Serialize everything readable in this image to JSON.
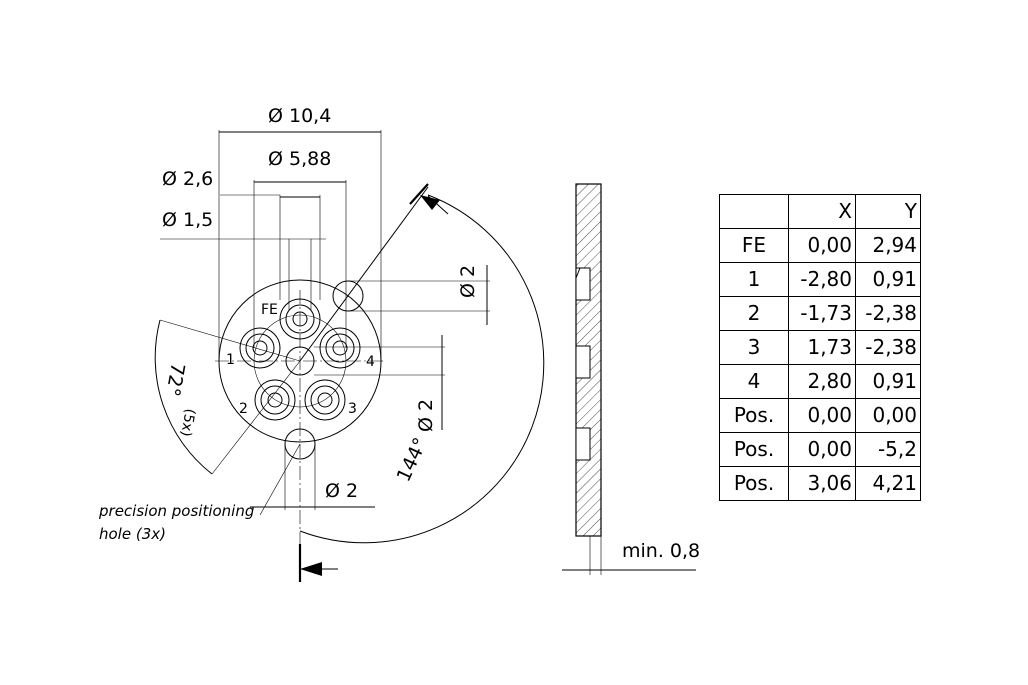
{
  "front_view": {
    "dim_outer_diameter": "Ø 10,4",
    "dim_pitch_diameter": "Ø 5,88",
    "dim_contact_diameter": "Ø 2,6",
    "dim_pin_diameter": "Ø 1,5",
    "dim_hole_top_right": "Ø 2",
    "dim_hole_center": "Ø 2",
    "dim_hole_bottom": "Ø 2",
    "angle_72": "72°",
    "angle_72_note": "(5x)",
    "angle_144": "144°",
    "contact_labels": {
      "fe": "FE",
      "c1": "1",
      "c2": "2",
      "c3": "3",
      "c4": "4"
    },
    "note_line1": "precision positioning",
    "note_line2": "hole (3x)"
  },
  "side_view": {
    "dim_min_thickness": "min. 0,8"
  },
  "table": {
    "headers": [
      "",
      "X",
      "Y"
    ],
    "rows": [
      [
        "FE",
        "0,00",
        "2,94"
      ],
      [
        "1",
        "-2,80",
        "0,91"
      ],
      [
        "2",
        "-1,73",
        "-2,38"
      ],
      [
        "3",
        "1,73",
        "-2,38"
      ],
      [
        "4",
        "2,80",
        "0,91"
      ],
      [
        "Pos.",
        "0,00",
        "0,00"
      ],
      [
        "Pos.",
        "0,00",
        "-5,2"
      ],
      [
        "Pos.",
        "3,06",
        "4,21"
      ]
    ]
  }
}
